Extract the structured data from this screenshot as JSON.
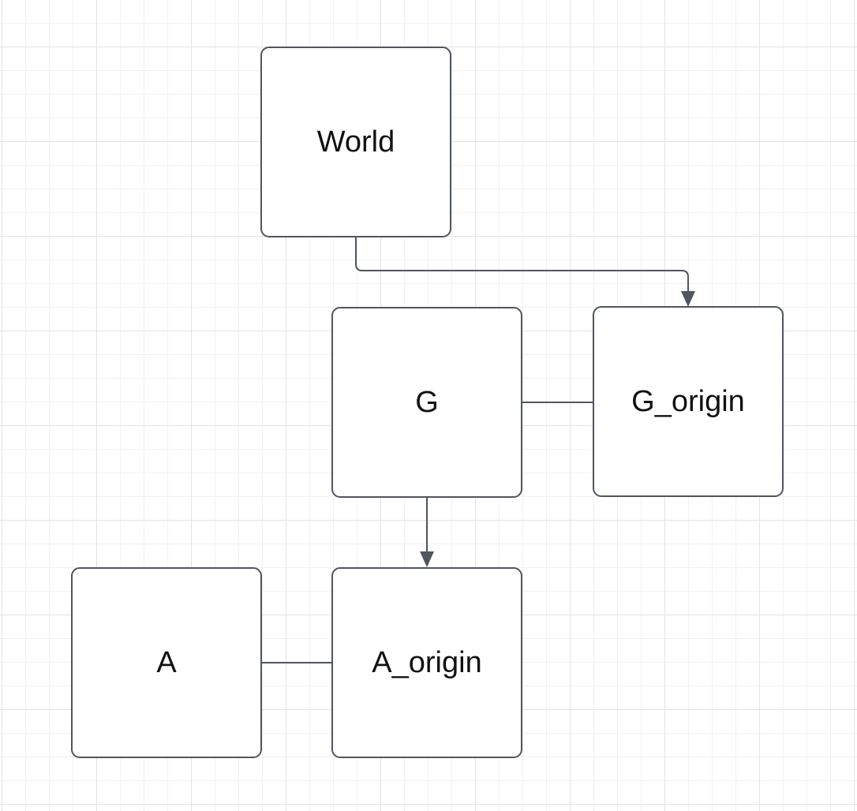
{
  "diagram": {
    "nodes": [
      {
        "id": "world",
        "label": "World"
      },
      {
        "id": "g",
        "label": "G"
      },
      {
        "id": "g_origin",
        "label": "G_origin"
      },
      {
        "id": "a",
        "label": "A"
      },
      {
        "id": "a_origin",
        "label": "A_origin"
      }
    ],
    "edges": [
      {
        "from": "World",
        "to": "G_origin",
        "directed": true,
        "arrow_at": "target"
      },
      {
        "from": "G",
        "to": "G_origin",
        "directed": false,
        "arrow_at": "none"
      },
      {
        "from": "G",
        "to": "A_origin",
        "directed": true,
        "arrow_at": "target"
      },
      {
        "from": "A",
        "to": "A_origin",
        "directed": false,
        "arrow_at": "none"
      }
    ],
    "colors": {
      "background": "#ffffff",
      "grid_minor": "#f1f1f1",
      "grid_major": "#e3e3e3",
      "stroke": "#50565f",
      "node_fill": "#ffffff",
      "text": "#111111"
    }
  }
}
